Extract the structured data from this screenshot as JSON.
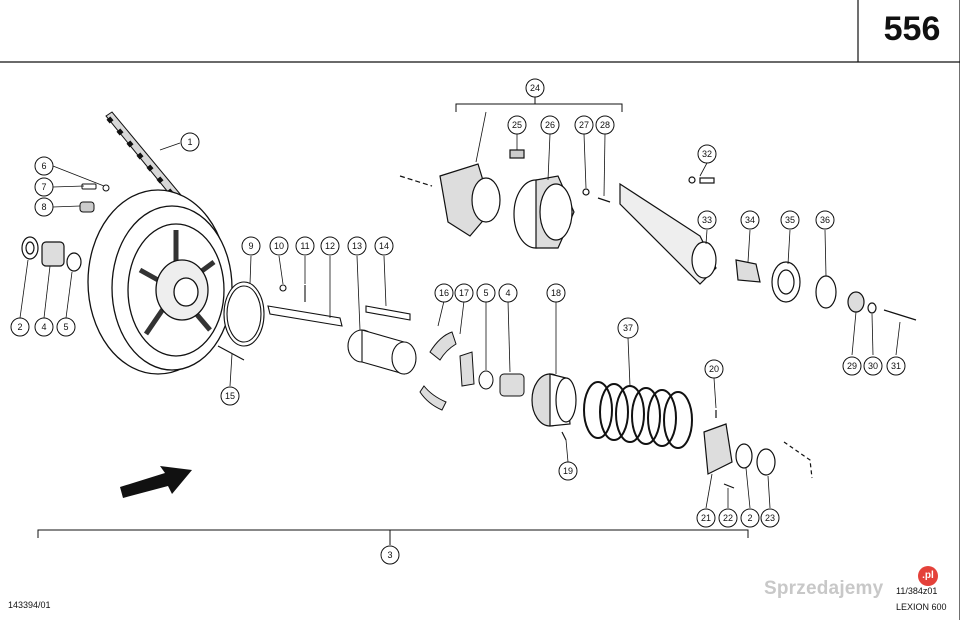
{
  "page_number": "556",
  "document_id": "143394/01",
  "figure_id": "11/384z01",
  "model": "LEXION 600",
  "watermark": {
    "text": "Sprzedajemy",
    "badge": ".pl"
  },
  "callouts": {
    "c1": "1",
    "c2a": "2",
    "c2b": "2",
    "c3": "3",
    "c4a": "4",
    "c4b": "4",
    "c5a": "5",
    "c5b": "5",
    "c6": "6",
    "c7": "7",
    "c8": "8",
    "c9": "9",
    "c10": "10",
    "c11": "11",
    "c12": "12",
    "c13": "13",
    "c14": "14",
    "c15": "15",
    "c16": "16",
    "c17": "17",
    "c18": "18",
    "c19": "19",
    "c20": "20",
    "c21": "21",
    "c22": "22",
    "c23": "23",
    "c24": "24",
    "c25": "25",
    "c26": "26",
    "c27": "27",
    "c28": "28",
    "c29": "29",
    "c30": "30",
    "c31": "31",
    "c32": "32",
    "c33": "33",
    "c34": "34",
    "c35": "35",
    "c36": "36",
    "c37": "37"
  }
}
